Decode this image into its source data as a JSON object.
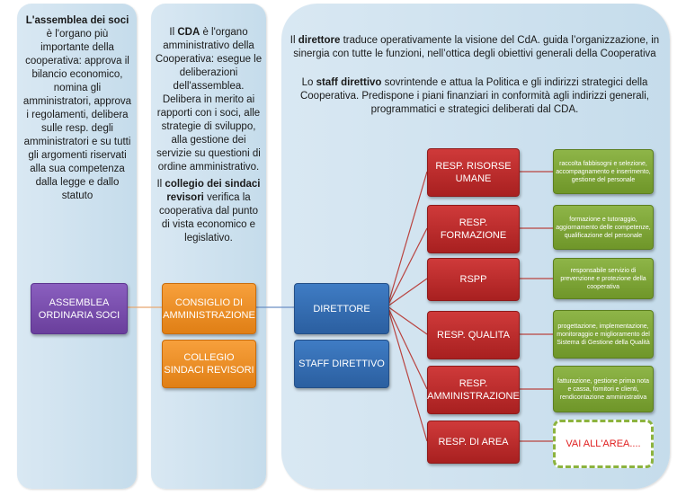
{
  "panels": {
    "soci": {
      "bold": "L'assemblea dei soci",
      "text": " è l'organo più importante della cooperativa: approva il bilancio economico, nomina gli amministratori, approva i regolamenti, delibera sulle resp. degli amministratori e su tutti gli argomenti riservati alla sua competenza dalla legge e dallo statuto"
    },
    "cda": {
      "p1_pre": "Il ",
      "p1_bold": "CDA",
      "p1_post": " è l'organo amministrativo della Cooperativa: esegue le deliberazioni dell'assemblea. Delibera in merito ai rapporti con i soci, alle strategie di sviluppo, alla gestione dei servizie su questioni di ordine amministrativo.",
      "p2_pre": "Il ",
      "p2_bold": "collegio dei sindaci revisori",
      "p2_post": " verifica la cooperativa dal punto di vista economico e legislativo."
    },
    "direttore": {
      "p1_pre": "Il ",
      "p1_bold": "direttore",
      "p1_post": " traduce operativamente la visione del CdA. guida l’organizzazione, in sinergia con tutte le funzioni, nell’ottica degli obiettivi generali della Cooperativa",
      "p2_pre": "Lo ",
      "p2_bold": "staff direttivo",
      "p2_post": " sovrintende e attua la Politica e gli indirizzi strategici della Cooperativa. Predispone i piani finanziari in conformità agli indirizzi generali, programmatici e strategici deliberati dal CDA."
    }
  },
  "boxes": {
    "assemblea": "ASSEMBLEA ORDINARIA SOCI",
    "consiglio": "CONSIGLIO DI AMMINISTRAZIONE",
    "collegio": "COLLEGIO SINDACI REVISORI",
    "direttore": "DIRETTORE",
    "staff": "STAFF DIRETTIVO"
  },
  "resp": [
    {
      "label": "RESP. RISORSE UMANE",
      "desc": "raccolta fabbisogni e selezione, accompagnamento e inserimento, gestione del personale"
    },
    {
      "label": "RESP. FORMAZIONE",
      "desc": "formazione e tutoraggio, aggiornamento delle competenze, qualificazione del personale"
    },
    {
      "label": "RSPP",
      "desc": "responsabile servizio di prevenzione e protezione della cooperativa"
    },
    {
      "label": "RESP. QUALITA",
      "desc": "progettazione, implementazione, monitoraggio e miglioramento del Sistema di Gestione della Qualità"
    },
    {
      "label": "RESP. AMMINISTRAZIONE",
      "desc": "fatturazione, gestione prima nota e cassa, fornitori e clienti, rendicontazione amministrativa"
    },
    {
      "label": "RESP. DI AREA",
      "desc": "VAI ALL'AREA...."
    }
  ],
  "colors": {
    "panel": "#d3e4f0",
    "purple": "#7a4fae",
    "orange": "#ee8f25",
    "blue": "#356eb3",
    "red": "#c02d2d",
    "green": "#7ea53a"
  }
}
